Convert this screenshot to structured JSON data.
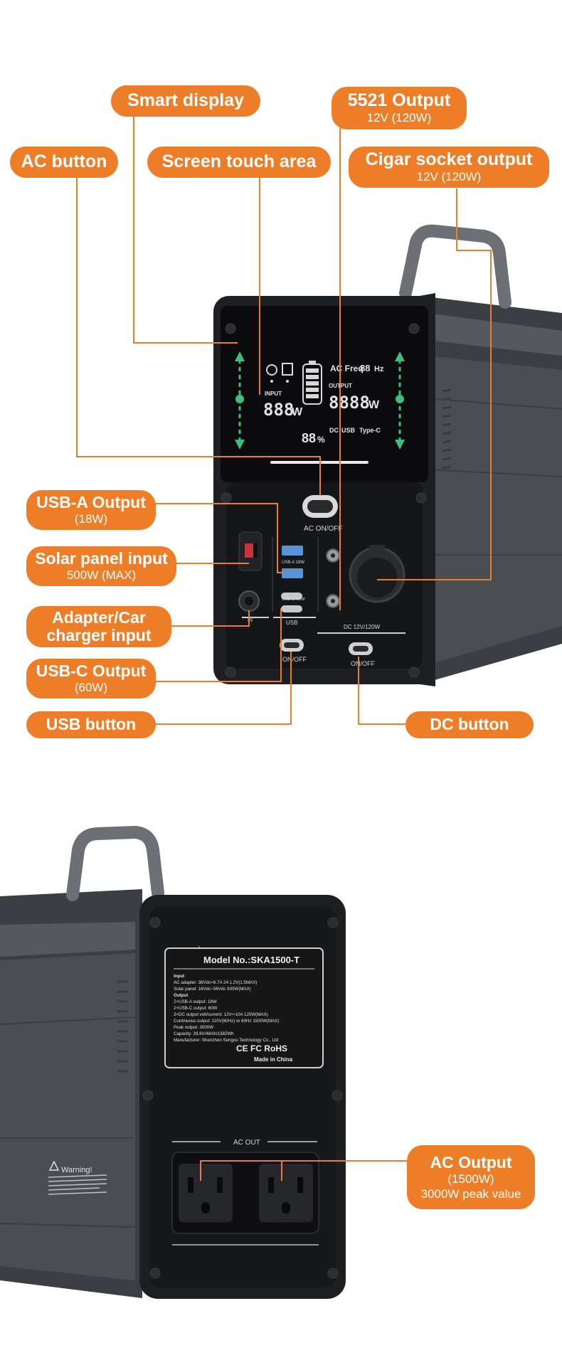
{
  "colors": {
    "accent": "#ee7d28",
    "device_dark": "#1c1c1e",
    "panel_gray": "#4a4d52",
    "indicator_green": "#3bbf7a"
  },
  "callouts": {
    "smart_display": {
      "title": "Smart display"
    },
    "output_5521": {
      "title": "5521 Output",
      "sub": "12V  (120W)"
    },
    "ac_button": {
      "title": "AC button"
    },
    "screen_touch": {
      "title": "Screen touch area"
    },
    "cigar_socket": {
      "title": "Cigar socket output",
      "sub": "12V  (120W)"
    },
    "usb_a_output": {
      "title": "USB-A Output",
      "sub": "(18W)"
    },
    "solar_input": {
      "title": "Solar panel input",
      "sub": "500W (MAX)"
    },
    "adapter_input": {
      "title": "Adapter/Car",
      "title2": "charger input"
    },
    "usb_c_output": {
      "title": "USB-C Output",
      "sub": "(60W)"
    },
    "usb_button": {
      "title": "USB button"
    },
    "dc_button": {
      "title": "DC button"
    },
    "ac_output": {
      "title": "AC Output",
      "sub": "(1500W)",
      "sub2": "3000W peak value"
    }
  },
  "display": {
    "input_label": "INPUT",
    "input_digits": "888",
    "input_unit": "W",
    "output_label": "OUTPUT",
    "output_digits": "8888",
    "output_unit": "W",
    "freq_label": "AC Freq",
    "freq_digits": "88",
    "freq_unit": "Hz",
    "percent_digits": "88",
    "percent_unit": "%",
    "dc_label": "DC",
    "usb_label": "USB",
    "typec_label": "Type-C"
  },
  "panel_labels": {
    "ac_onoff": "AC ON/OFF",
    "usba_18w": "USB-A 18W",
    "usbc_60w": "USB-C 60W",
    "usb": "USB",
    "dc_12v": "DC 12V/120W",
    "onoff_usb": "ON/OFF",
    "onoff_dc": "ON/OFF",
    "dc_in": "IN"
  },
  "rear": {
    "model": "Model No.:SKA1500-T",
    "spec_lines": [
      "Input",
      "AC adapter: 36Vdc=6.7A  24.1.2V(1.5MAX)",
      "Solar panel: 16Vdc~56Vdc 500W(MAX)",
      "Output",
      "2×USB-A output: 18W",
      "2×USB-C output: 60W",
      "3×DC output volt/current: 12V⎓10A 120W(MAX)",
      "Continuous output: 110V(60Hz) or 60Hz  1500W(MAX)",
      "Peak output: 3000W",
      "Capacity: 28.8V/48Ah/1382Wh",
      "Manufacturer: Shenzhen Sungou Technology Co., Ltd"
    ],
    "cert_marks": "CE FC RoHS",
    "made_in": "Made in China",
    "ac_out_label": "AC OUT",
    "warning": "Warning!"
  }
}
